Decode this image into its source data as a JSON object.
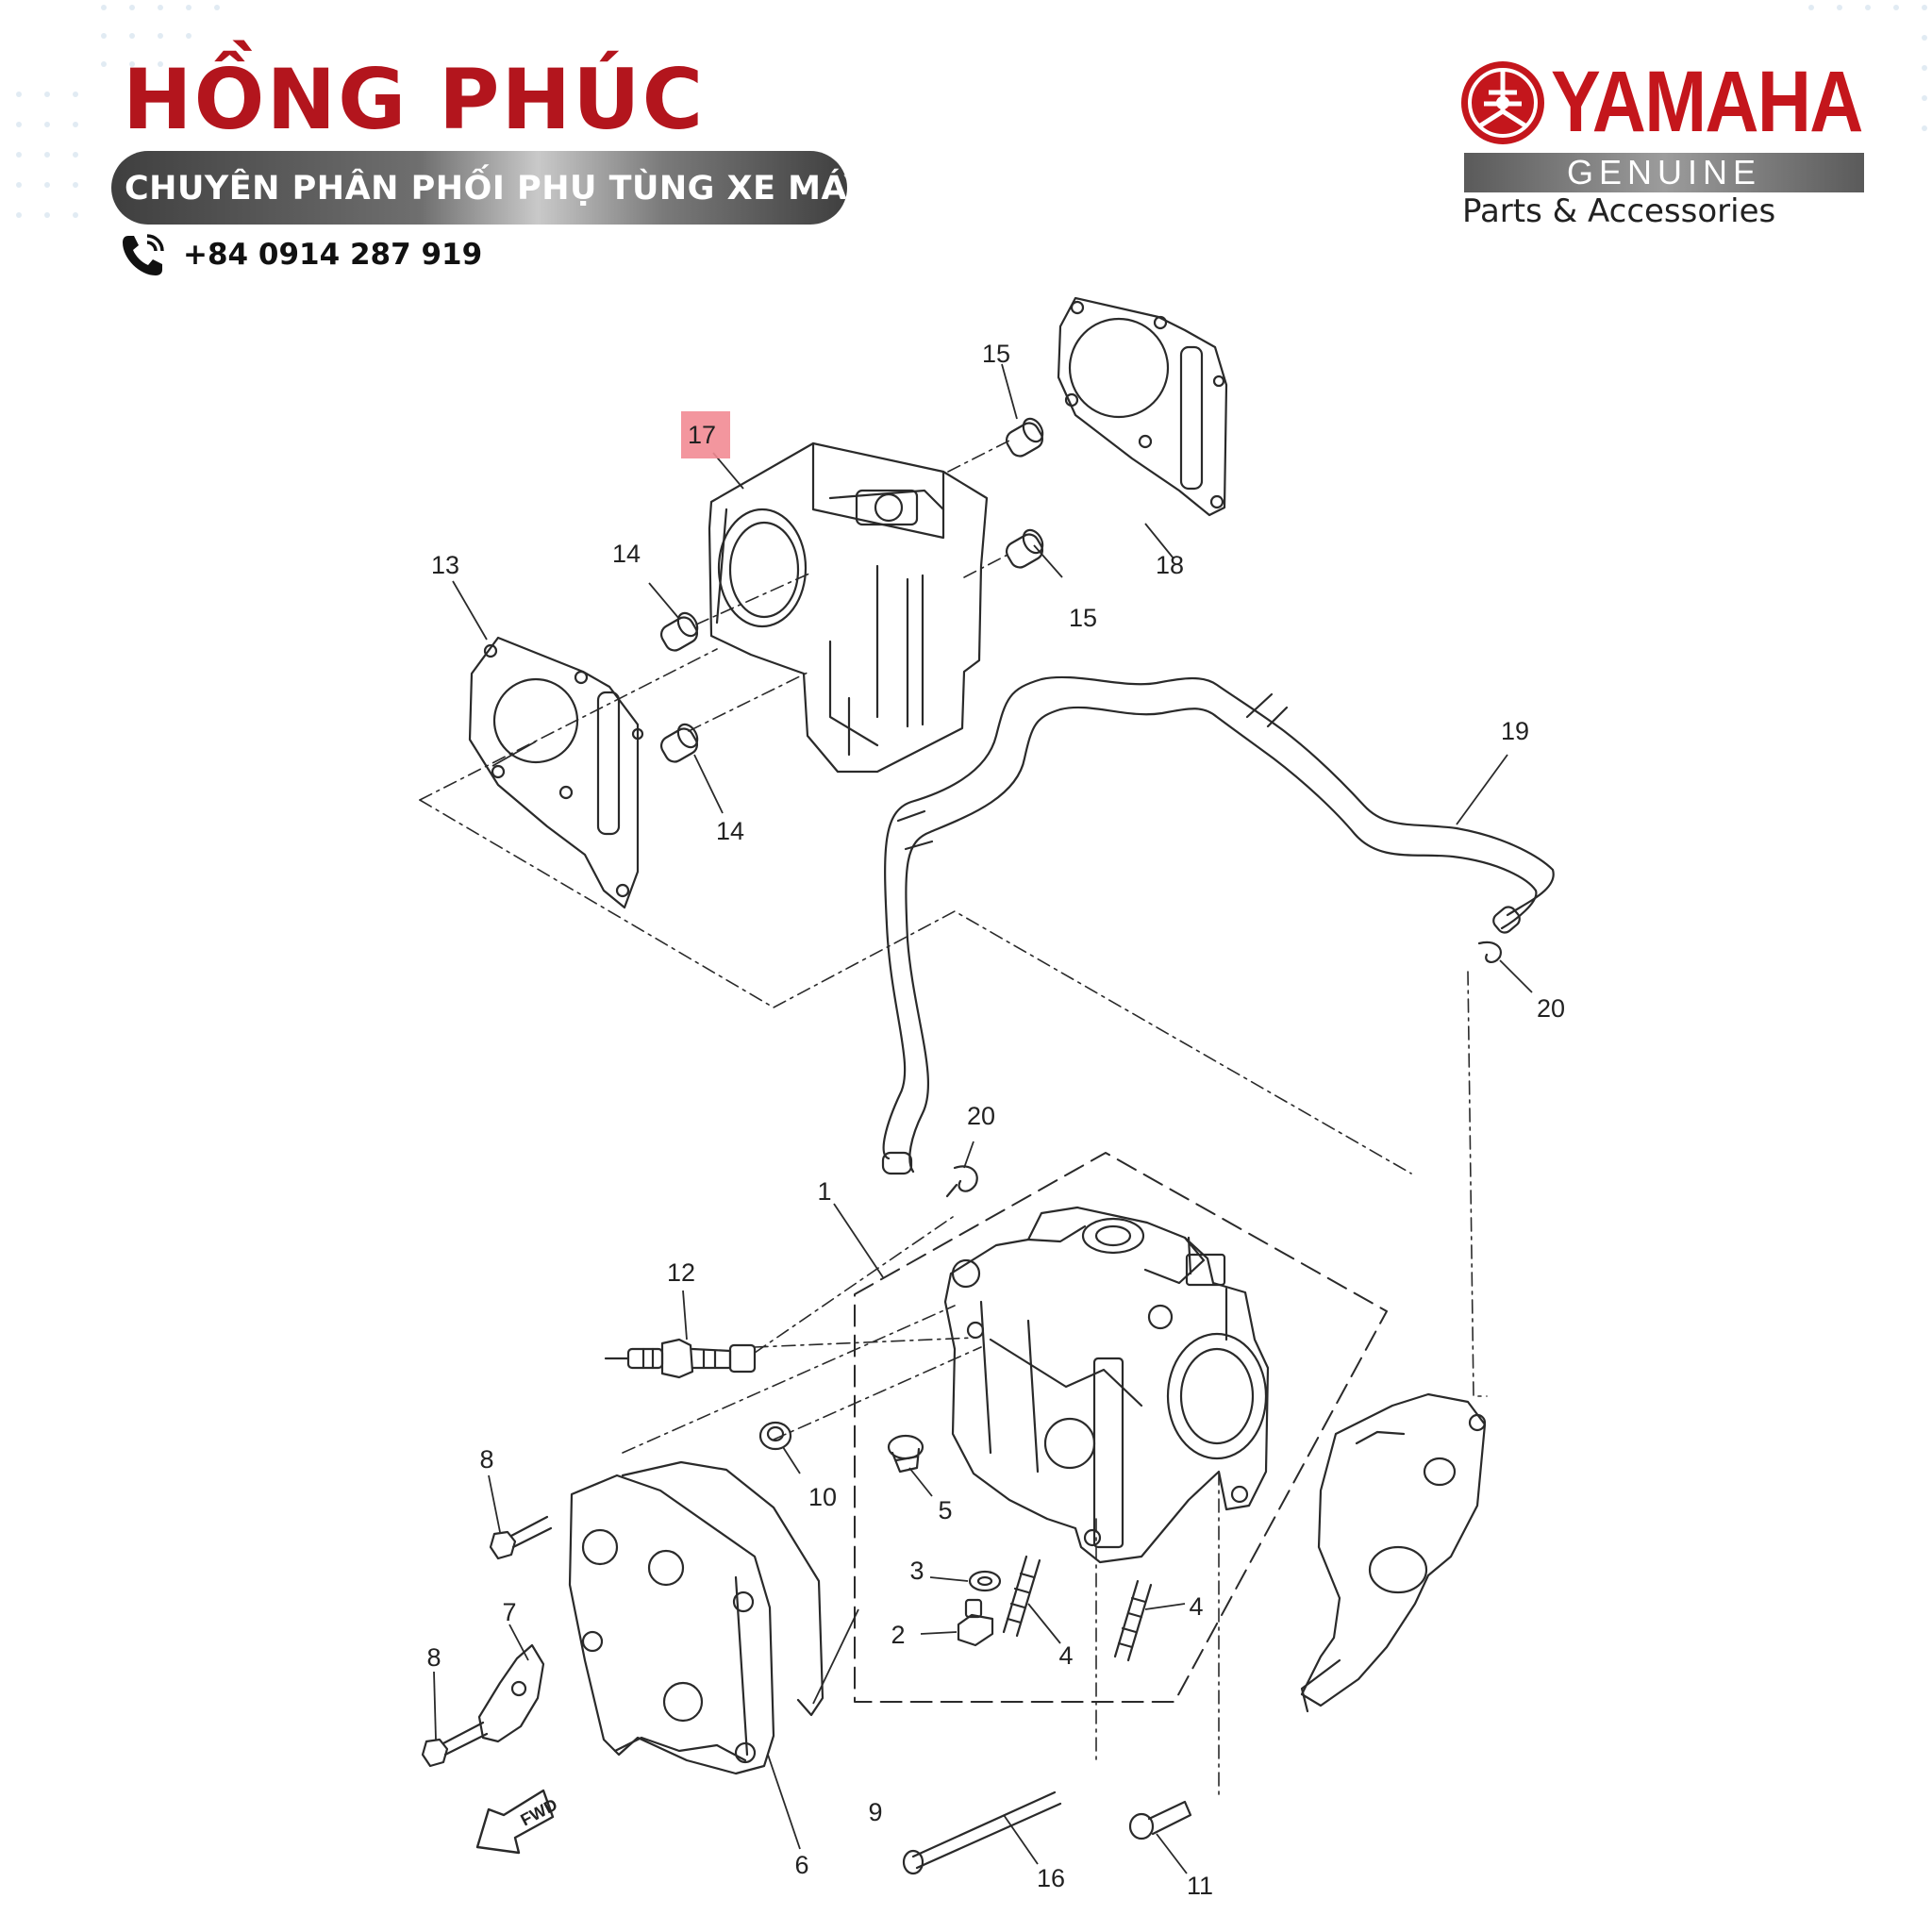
{
  "header": {
    "brand": "HỒNG PHÚC",
    "tagline": "CHUYÊN PHÂN PHỐI PHỤ TÙNG XE MÁY",
    "phone": "+84 0914 287 919",
    "phone_icon": "phone-icon"
  },
  "logo": {
    "wordmark": "YAMAHA",
    "genuine": "GENUINE",
    "subtitle": "Parts & Accessories",
    "emblem_icon": "tuning-fork-emblem-icon"
  },
  "diagram": {
    "highlight_color": "#f28b93",
    "brand_red": "#b3151d",
    "fwd_label": "FWD",
    "callouts": [
      {
        "id": "c1",
        "text": "1"
      },
      {
        "id": "c2",
        "text": "2"
      },
      {
        "id": "c3",
        "text": "3"
      },
      {
        "id": "c4a",
        "text": "4"
      },
      {
        "id": "c4b",
        "text": "4"
      },
      {
        "id": "c5",
        "text": "5"
      },
      {
        "id": "c6",
        "text": "6"
      },
      {
        "id": "c7",
        "text": "7"
      },
      {
        "id": "c8a",
        "text": "8"
      },
      {
        "id": "c8b",
        "text": "8"
      },
      {
        "id": "c9",
        "text": "9"
      },
      {
        "id": "c10",
        "text": "10"
      },
      {
        "id": "c11",
        "text": "11"
      },
      {
        "id": "c12",
        "text": "12"
      },
      {
        "id": "c13",
        "text": "13"
      },
      {
        "id": "c14a",
        "text": "14"
      },
      {
        "id": "c14b",
        "text": "14"
      },
      {
        "id": "c15a",
        "text": "15"
      },
      {
        "id": "c15b",
        "text": "15"
      },
      {
        "id": "c16",
        "text": "16"
      },
      {
        "id": "c17",
        "text": "17",
        "highlighted": true
      },
      {
        "id": "c18",
        "text": "18"
      },
      {
        "id": "c19",
        "text": "19"
      },
      {
        "id": "c20a",
        "text": "20"
      },
      {
        "id": "c20b",
        "text": "20"
      }
    ]
  }
}
